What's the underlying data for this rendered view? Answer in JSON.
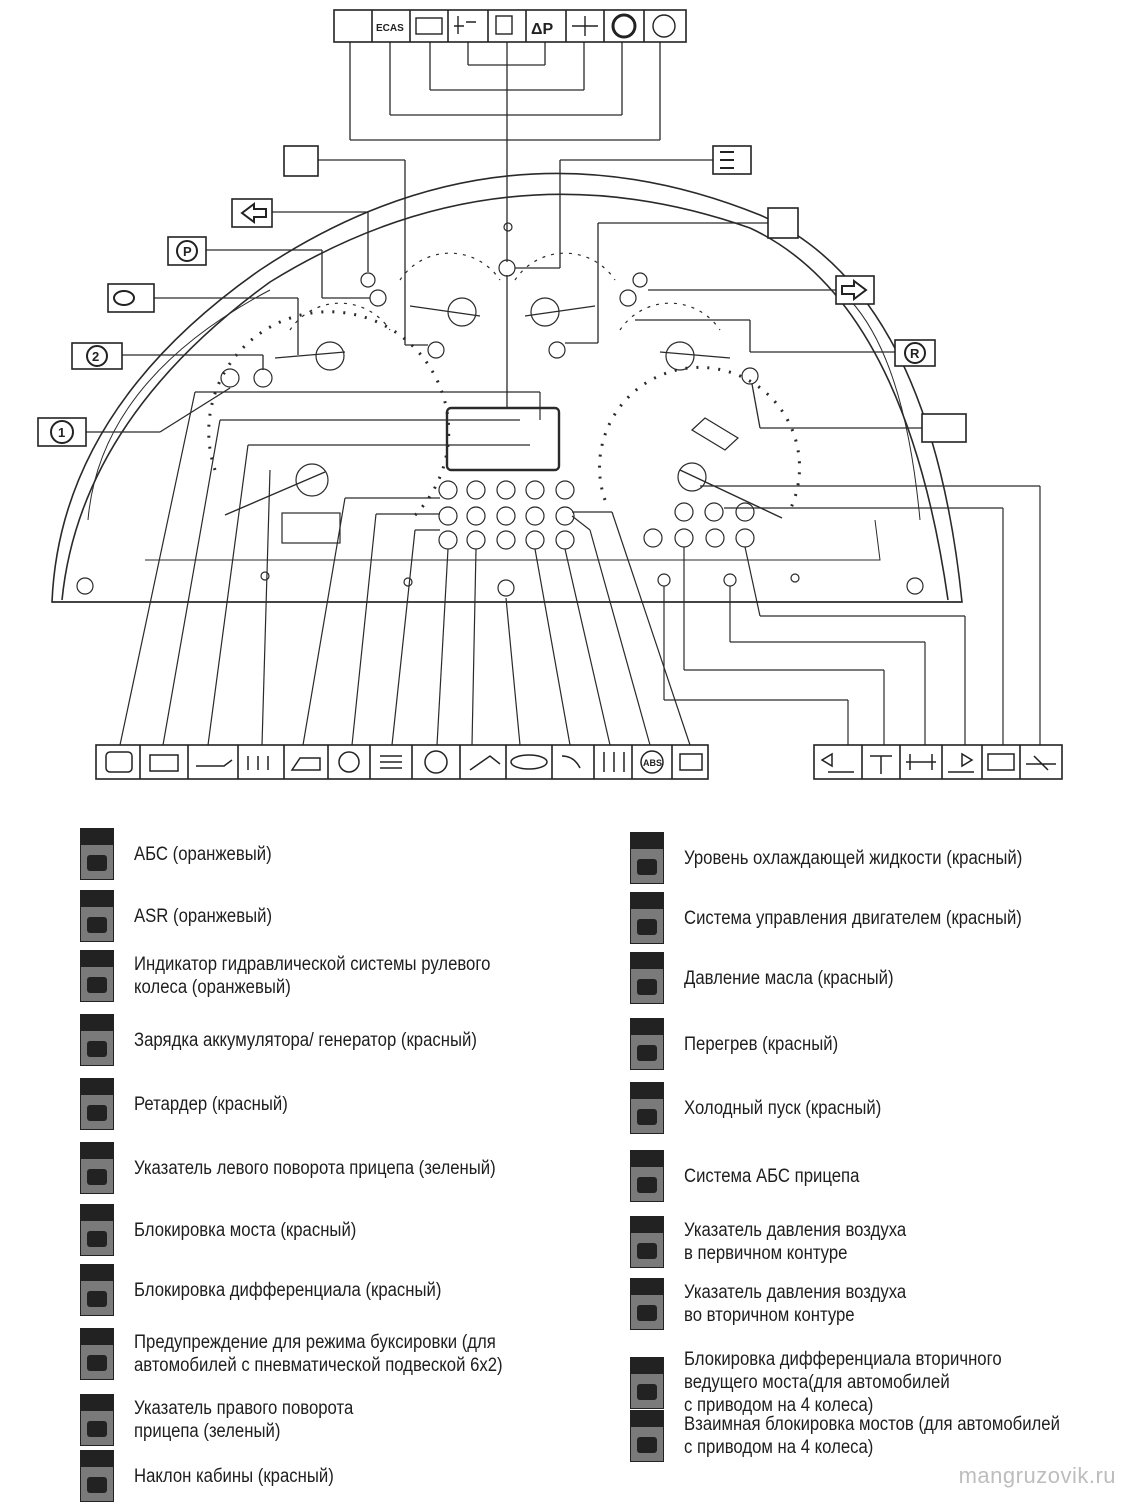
{
  "legend": {
    "left": [
      {
        "text": "АБС (оранжевый)"
      },
      {
        "text": "ASR (оранжевый)"
      },
      {
        "text": "Индикатор гидравлической системы рулевого\nколеса (оранжевый)"
      },
      {
        "text": "Зарядка аккумулятора/ генератор (красный)"
      },
      {
        "text": "Ретардер (красный)"
      },
      {
        "text": "Указатель левого поворота прицепа (зеленый)"
      },
      {
        "text": "Блокировка моста (красный)"
      },
      {
        "text": "Блокировка дифференциала (красный)"
      },
      {
        "text": "Предупреждение для режима буксировки (для\nавтомобилей с пневматической подвеской 6х2)"
      },
      {
        "text": "Указатель правого поворота\nприцепа (зеленый)"
      },
      {
        "text": "Наклон кабины (красный)"
      }
    ],
    "right": [
      {
        "text": "Уровень охлаждающей жидкости (красный)"
      },
      {
        "text": "Система управления двигателем (красный)"
      },
      {
        "text": "Давление масла (красный)"
      },
      {
        "text": "Перегрев (красный)"
      },
      {
        "text": "Холодный пуск (красный)"
      },
      {
        "text": "Система АБС прицепа"
      },
      {
        "text": "Указатель давления воздуха\nв первичном контуре"
      },
      {
        "text": "Указатель давления воздуха\nво вторичном контуре"
      },
      {
        "text": "Блокировка дифференциала вторичного\nведущего моста(для автомобилей\nс приводом на 4 колеса)"
      },
      {
        "text": "Взаимная блокировка мостов (для автомобилей\nс приводом на 4 колеса)"
      }
    ]
  },
  "diagram": {
    "top_icons": [
      "",
      "ECAS",
      "",
      "",
      "",
      "ΔP",
      "",
      "",
      ""
    ],
    "side_icons_left": [
      "left-turn-icon",
      "parking-brake-icon",
      "fuel-preheat-icon",
      "(2)",
      "(1)"
    ],
    "side_icons_right": [
      "lights-icon",
      "fuel-icon",
      "right-turn-icon",
      "(R)",
      "oil-level-icon"
    ],
    "watermark": "mangruzovik.ru"
  }
}
